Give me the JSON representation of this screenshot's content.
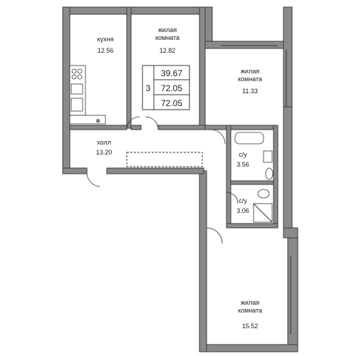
{
  "rooms": {
    "kitchen": {
      "name": "кухня",
      "area": "12.56"
    },
    "living1": {
      "name": "жилая\nкомната",
      "area": "12.82"
    },
    "living2": {
      "name": "жилая\nкомната",
      "area": "11.33"
    },
    "hall": {
      "name": "холл",
      "area": "13.20"
    },
    "bath1": {
      "name": "с/у",
      "area": "3.56"
    },
    "bath2": {
      "name": "с/у",
      "area": "3.06"
    },
    "living3": {
      "name": "жилая\nкомната",
      "area": "15.52"
    }
  },
  "summary": {
    "room_count": "3",
    "living_area": "39.67",
    "total_area": "72.05",
    "total_area_2": "72.05"
  }
}
